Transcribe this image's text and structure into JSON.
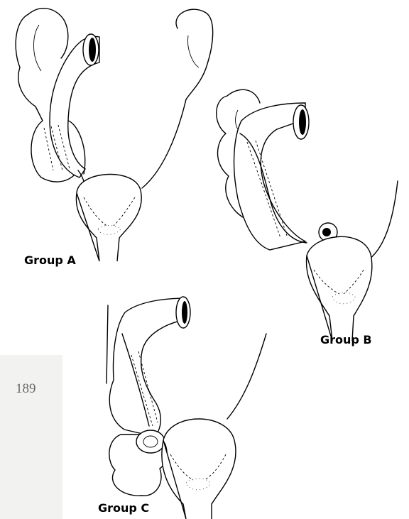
{
  "figure": {
    "page_number": "189",
    "groups": [
      {
        "id": "a",
        "label": "Group A"
      },
      {
        "id": "b",
        "label": "Group B"
      },
      {
        "id": "c",
        "label": "Group C"
      }
    ]
  },
  "colors": {
    "ink": "#000000",
    "background": "#ffffff",
    "page_edge": "#f2f2f0",
    "page_number": "#6a6a6a"
  }
}
